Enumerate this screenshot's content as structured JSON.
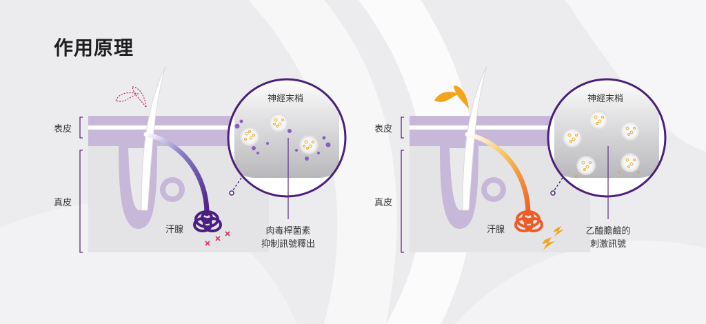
{
  "title": "作用原理",
  "left_panel": {
    "epidermis_label": "表皮",
    "dermis_label": "真皮",
    "gland_label": "汗腺",
    "inset_label": "神經末梢",
    "caption_line1": "肉毒桿菌素",
    "caption_line2": "抑制訊號釋出"
  },
  "right_panel": {
    "epidermis_label": "表皮",
    "dermis_label": "真皮",
    "gland_label": "汗腺",
    "inset_label": "神經末梢",
    "caption_line1": "乙醯膽鹼的",
    "caption_line2": "刺激訊號"
  },
  "colors": {
    "brand_purple": "#5b2a86",
    "skin_lavender": "#c7b7d8",
    "sweat_orange": "#f2a41c",
    "nerve_orange": "#ee6a25",
    "inset_border": "#4b1f7a",
    "blocked_red": "#d6335a"
  },
  "icons": [
    "sweat-drop-icon",
    "lightning-icon",
    "cross-mark-icon"
  ]
}
